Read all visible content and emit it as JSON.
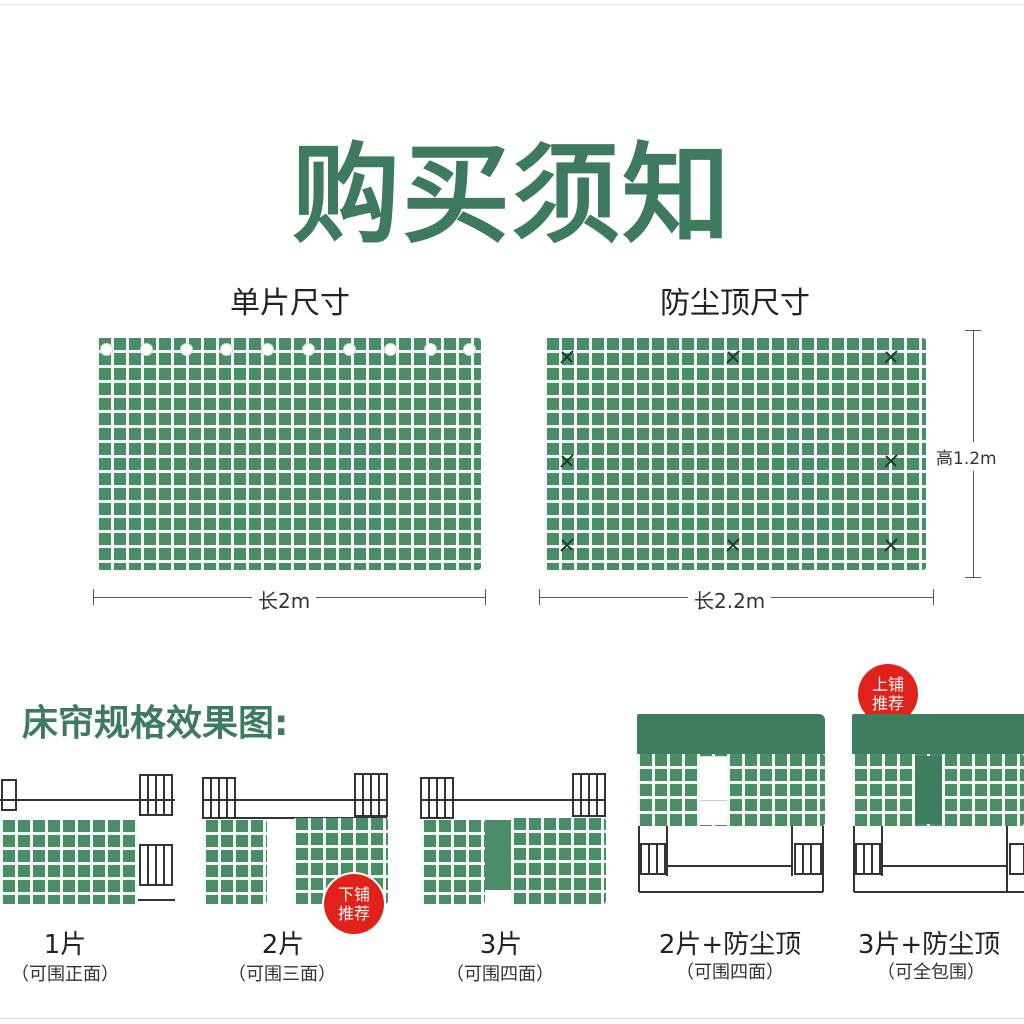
{
  "title": "购买须知",
  "single_panel": {
    "label": "单片尺寸",
    "length": "长2m"
  },
  "dust_top": {
    "label": "防尘顶尺寸",
    "length": "长2.2m",
    "height": "高1.2m"
  },
  "subtitle": "床帘规格效果图:",
  "packages": [
    {
      "name": "1片",
      "coverage": "（可围正面）"
    },
    {
      "name": "2片",
      "coverage": "（可围三面）",
      "badge": [
        "下铺",
        "推荐"
      ]
    },
    {
      "name": "3片",
      "coverage": "（可围四面）"
    },
    {
      "name": "2片+防尘顶",
      "coverage": "（可围四面）"
    },
    {
      "name": "3片+防尘顶",
      "coverage": "（可全包围）",
      "badge": [
        "上铺",
        "推荐"
      ]
    }
  ],
  "colors": {
    "accent": "#3d7a5f",
    "net": "#4a8c68",
    "badge": "#e0221a"
  },
  "icons": [
    "grommet-icon",
    "tie-icon",
    "bunk-bed-frame"
  ]
}
